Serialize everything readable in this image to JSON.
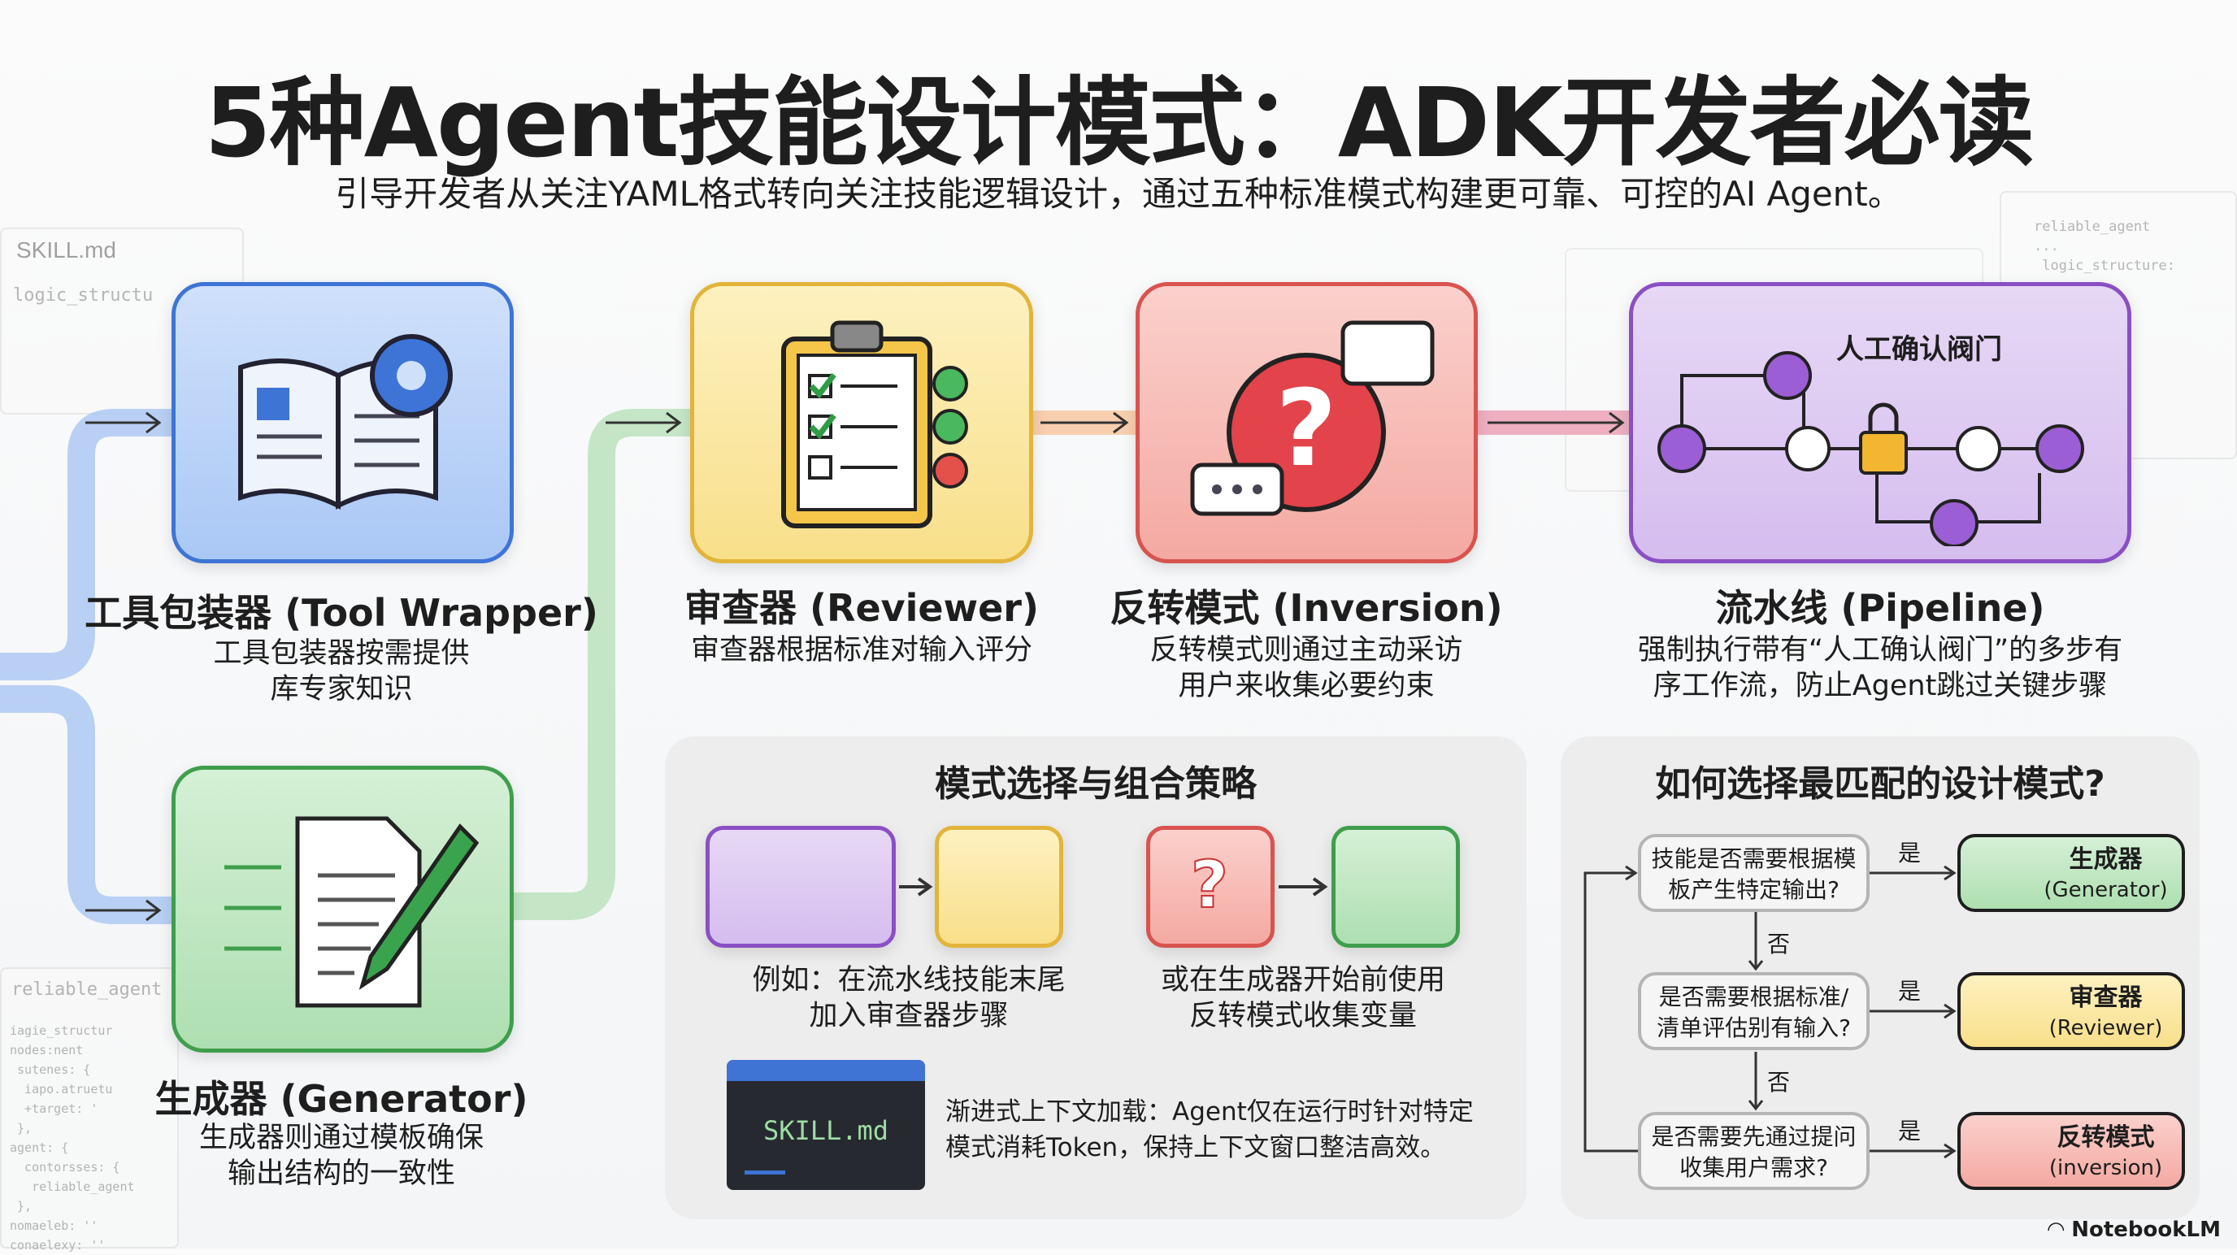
{
  "title": "5种Agent技能设计模式：ADK开发者必读",
  "subtitle": "引导开发者从关注YAML格式转向关注技能逻辑设计，通过五种标准模式构建更可靠、可控的AI Agent。",
  "background_code": {
    "skill_md": "SKILL.md",
    "logic": "logic_structu",
    "reliable_left": "reliable_agent",
    "reliable_right": "reliable_agent",
    "left_lines": "iagie_structur\nnodes:nent\n sutenes: {\n  iapo.atruetu\n  +target: '\n },\nagent: {\n  contorsses: {\n   reliable_agent\n },\nnomaeleb: ''\nconaelexy: ''",
    "right_lines": "...\n logic_structure:"
  },
  "patterns": [
    {
      "name": "工具包装器 (Tool Wrapper)",
      "desc": [
        "工具包装器按需提供",
        "库专家知识"
      ]
    },
    {
      "name": "审查器 (Reviewer)",
      "desc": [
        "审查器根据标准对输入评分"
      ]
    },
    {
      "name": "反转模式 (Inversion)",
      "desc": [
        "反转模式则通过主动采访",
        "用户来收集必要约束"
      ]
    },
    {
      "name": "流水线 (Pipeline)",
      "desc": [
        "强制执行带有“人工确认阀门”的多步有",
        "序工作流，防止Agent跳过关键步骤"
      ],
      "gate_label": "人工确认阀门"
    },
    {
      "name": "生成器 (Generator)",
      "desc": [
        "生成器则通过模板确保",
        "输出结构的一致性"
      ]
    }
  ],
  "strategy": {
    "title": "模式选择与组合策略",
    "example1": [
      "例如：在流水线技能末尾",
      "加入审查器步骤"
    ],
    "example2": [
      "或在生成器开始前使用",
      "反转模式收集变量"
    ],
    "skill_file": "SKILL.md",
    "progressive": [
      "渐进式上下文加载：Agent仅在运行时针对特定",
      "模式消耗Token，保持上下文窗口整洁高效。"
    ]
  },
  "decision": {
    "title": "如何选择最匹配的设计模式?",
    "yes": "是",
    "no": "否",
    "questions": [
      [
        "技能是否需要根据模",
        "板产生特定输出?"
      ],
      [
        "是否需要根据标准/",
        "清单评估别有输入?"
      ],
      [
        "是否需要先通过提问",
        "收集用户需求?"
      ]
    ],
    "results": [
      {
        "name": "生成器",
        "en": "(Generator)"
      },
      {
        "name": "审查器",
        "en": "(Reviewer)"
      },
      {
        "name": "反转模式",
        "en": "(inversion)"
      }
    ]
  },
  "brand": "NotebookLM"
}
